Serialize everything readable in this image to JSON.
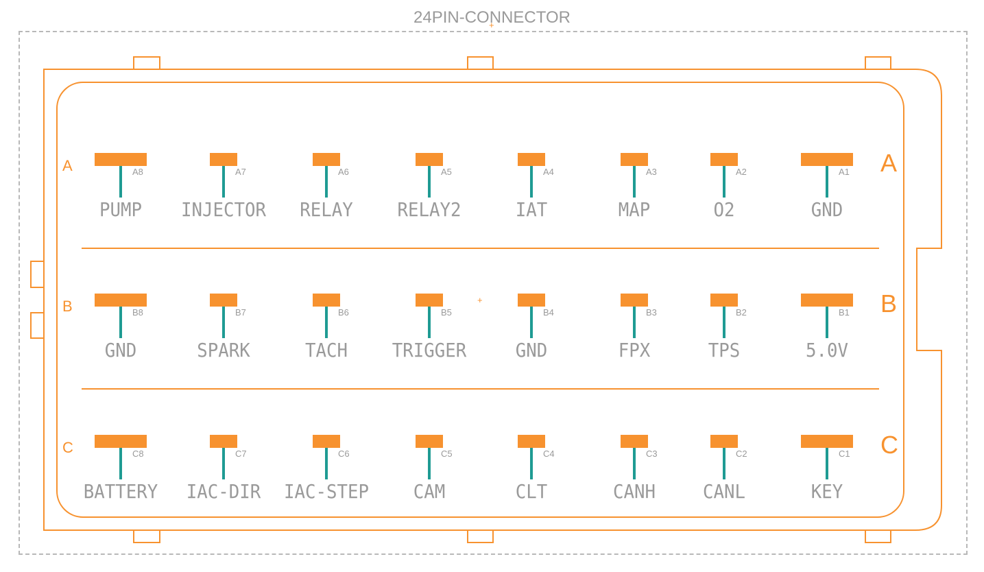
{
  "title": "24PIN-CONNECTOR",
  "colors": {
    "outline": "#f7922f",
    "pad": "#f7922f",
    "lead": "#1f9b93",
    "text": "#9a9a9a",
    "frame": "#b8b8b8"
  },
  "rows": [
    {
      "letter": "A",
      "pins": [
        {
          "num": "A8",
          "label": "PUMP"
        },
        {
          "num": "A7",
          "label": "INJECTOR"
        },
        {
          "num": "A6",
          "label": "RELAY"
        },
        {
          "num": "A5",
          "label": "RELAY2"
        },
        {
          "num": "A4",
          "label": "IAT"
        },
        {
          "num": "A3",
          "label": "MAP"
        },
        {
          "num": "A2",
          "label": "O2"
        },
        {
          "num": "A1",
          "label": "GND"
        }
      ]
    },
    {
      "letter": "B",
      "pins": [
        {
          "num": "B8",
          "label": "GND"
        },
        {
          "num": "B7",
          "label": "SPARK"
        },
        {
          "num": "B6",
          "label": "TACH"
        },
        {
          "num": "B5",
          "label": "TRIGGER"
        },
        {
          "num": "B4",
          "label": "GND"
        },
        {
          "num": "B3",
          "label": "FPX"
        },
        {
          "num": "B2",
          "label": "TPS"
        },
        {
          "num": "B1",
          "label": "5.0V"
        }
      ]
    },
    {
      "letter": "C",
      "pins": [
        {
          "num": "C8",
          "label": "BATTERY"
        },
        {
          "num": "C7",
          "label": "IAC-DIR"
        },
        {
          "num": "C6",
          "label": "IAC-STEP"
        },
        {
          "num": "C5",
          "label": "CAM"
        },
        {
          "num": "C4",
          "label": "CLT"
        },
        {
          "num": "C3",
          "label": "CANH"
        },
        {
          "num": "C2",
          "label": "CANL"
        },
        {
          "num": "C1",
          "label": "KEY"
        }
      ]
    }
  ]
}
